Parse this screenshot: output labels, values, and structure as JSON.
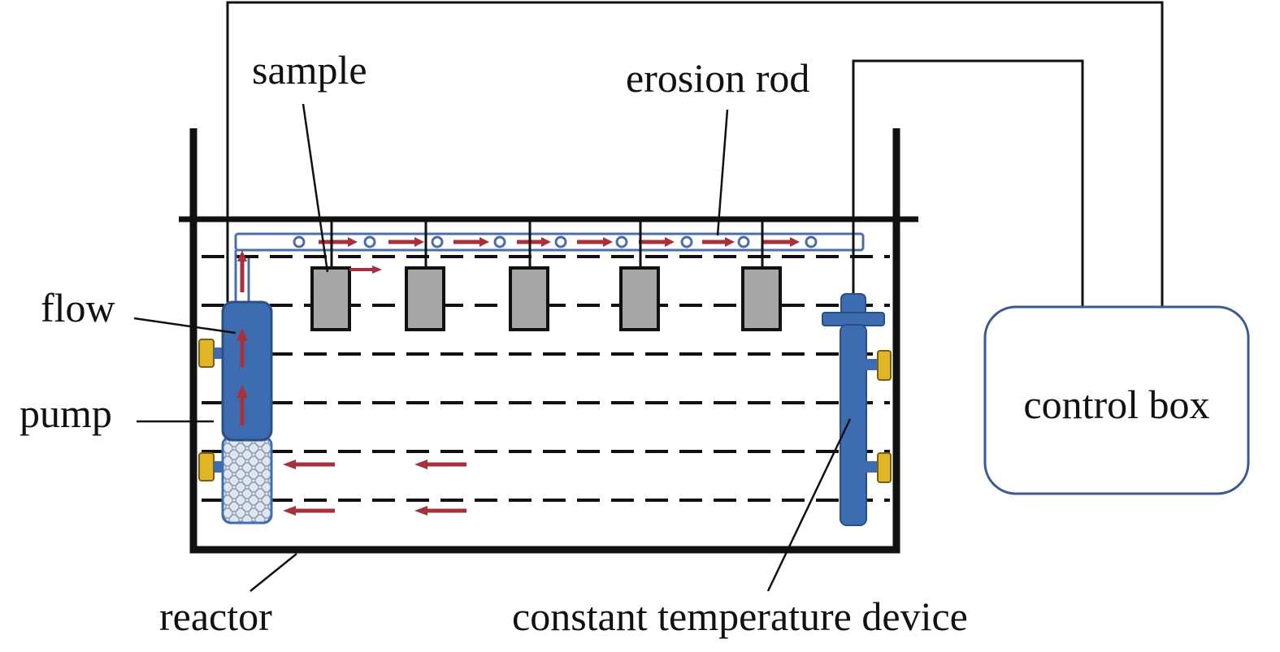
{
  "labels": {
    "sample": "sample",
    "erosion_rod": "erosion rod",
    "flow": "flow",
    "pump": "pump",
    "reactor": "reactor",
    "constant_temperature_device": "constant temperature device",
    "control_box": "control box"
  },
  "colors": {
    "line": "#111111",
    "device_blue": "#3d6db0",
    "device_blue_dark": "#2a4f87",
    "flow_arrow": "#a5313d",
    "sample_gray": "#a6a6a6",
    "valve_yellow": "#e0b526",
    "box_border": "#3b5a91"
  }
}
